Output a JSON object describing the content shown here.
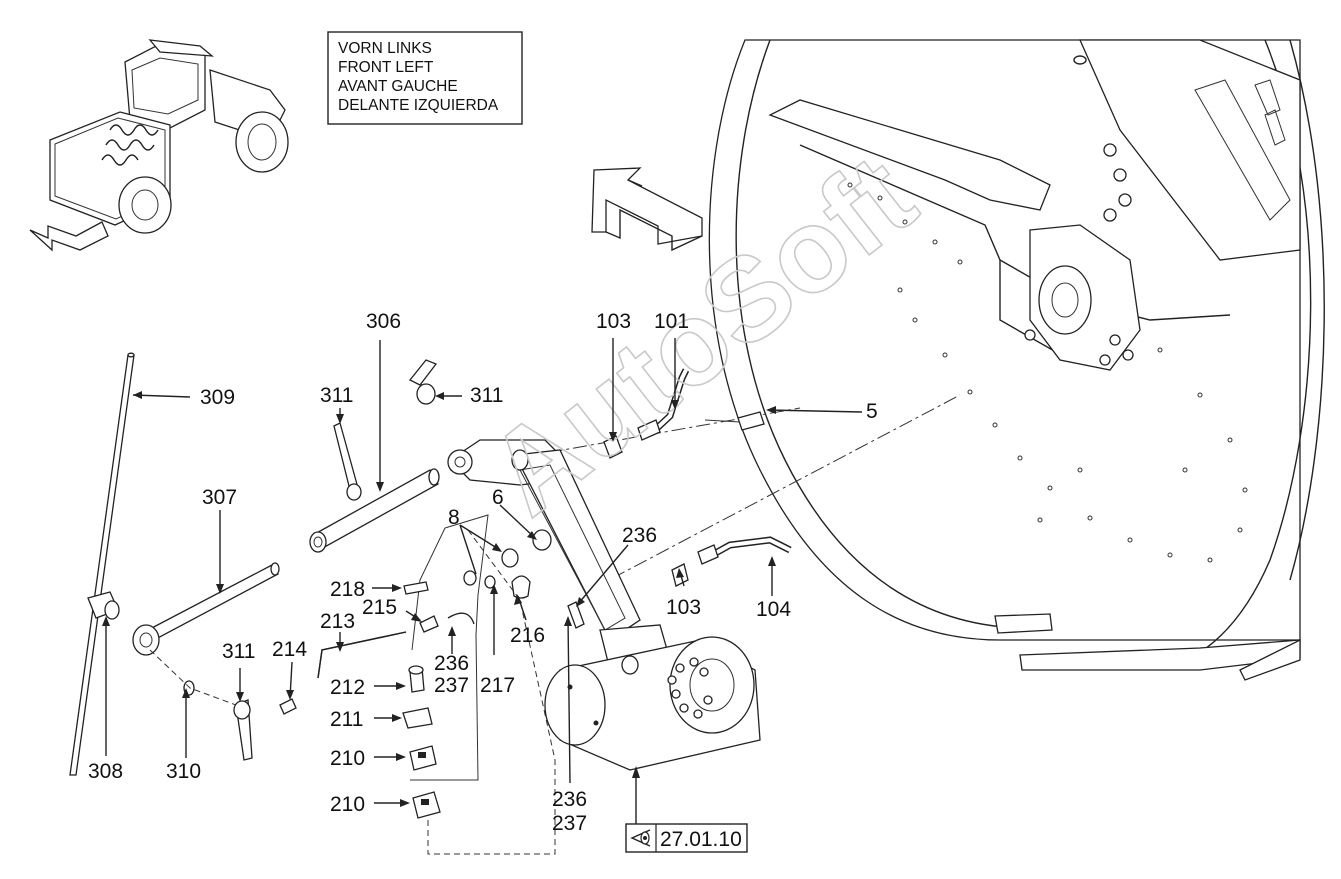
{
  "direction_box": {
    "lines": [
      "VORN LINKS",
      "FRONT LEFT",
      "AVANT GAUCHE",
      "DELANTE IZQUIERDA"
    ]
  },
  "watermark": "AutoSoft",
  "reference": {
    "label": "27.01.10",
    "icon": "eye-view-icon"
  },
  "callouts": {
    "c309": "309",
    "c306": "306",
    "c311a": "311",
    "c311b": "311",
    "c307": "307",
    "c311c": "311",
    "c308": "308",
    "c310": "310",
    "c218": "218",
    "c215": "215",
    "c213": "213",
    "c214": "214",
    "c212": "212",
    "c211": "211",
    "c210a": "210",
    "c210b": "210",
    "c8": "8",
    "c6": "6",
    "c236a": "236",
    "c237a": "237",
    "c217": "217",
    "c216": "216",
    "c236b": "236",
    "c236c": "236",
    "c237c": "237",
    "c103a": "103",
    "c101": "101",
    "c5": "5",
    "c103b": "103",
    "c104": "104"
  }
}
